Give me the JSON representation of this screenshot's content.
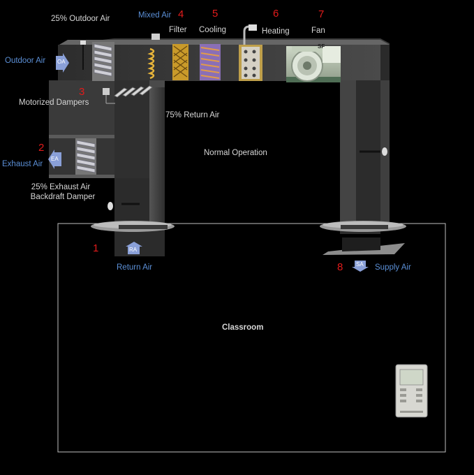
{
  "labels": {
    "outdoor_air_pct": "25% Outdoor Air",
    "mixed_air": "Mixed Air",
    "filter": "Filter",
    "cooling": "Cooling",
    "heating": "Heating",
    "fan": "Fan",
    "outdoor_air": "Outdoor Air",
    "motorized_dampers": "Motorized Dampers",
    "return_air_pct": "75% Return Air",
    "normal_operation": "Normal Operation",
    "exhaust_air": "Exhaust Air",
    "exhaust_air_pct": "25% Exhaust Air",
    "backdraft_damper": "Backdraft Damper",
    "return_air": "Return Air",
    "supply_air": "Supply Air",
    "classroom": "Classroom"
  },
  "numbers": {
    "return_air": "1",
    "exhaust": "2",
    "dampers": "3",
    "filter": "4",
    "cooling": "5",
    "heating": "6",
    "fan": "7",
    "supply": "8"
  },
  "badges": {
    "oa": "OA",
    "ea": "EA",
    "ra": "RA",
    "sa": "SA",
    "sf": "SF"
  },
  "colors": {
    "duct": "#3b3b3b",
    "duct_top": "#666666",
    "number": "#e21b1b",
    "blue_label": "#5b8fd6",
    "badge": "#8aa0d8"
  }
}
